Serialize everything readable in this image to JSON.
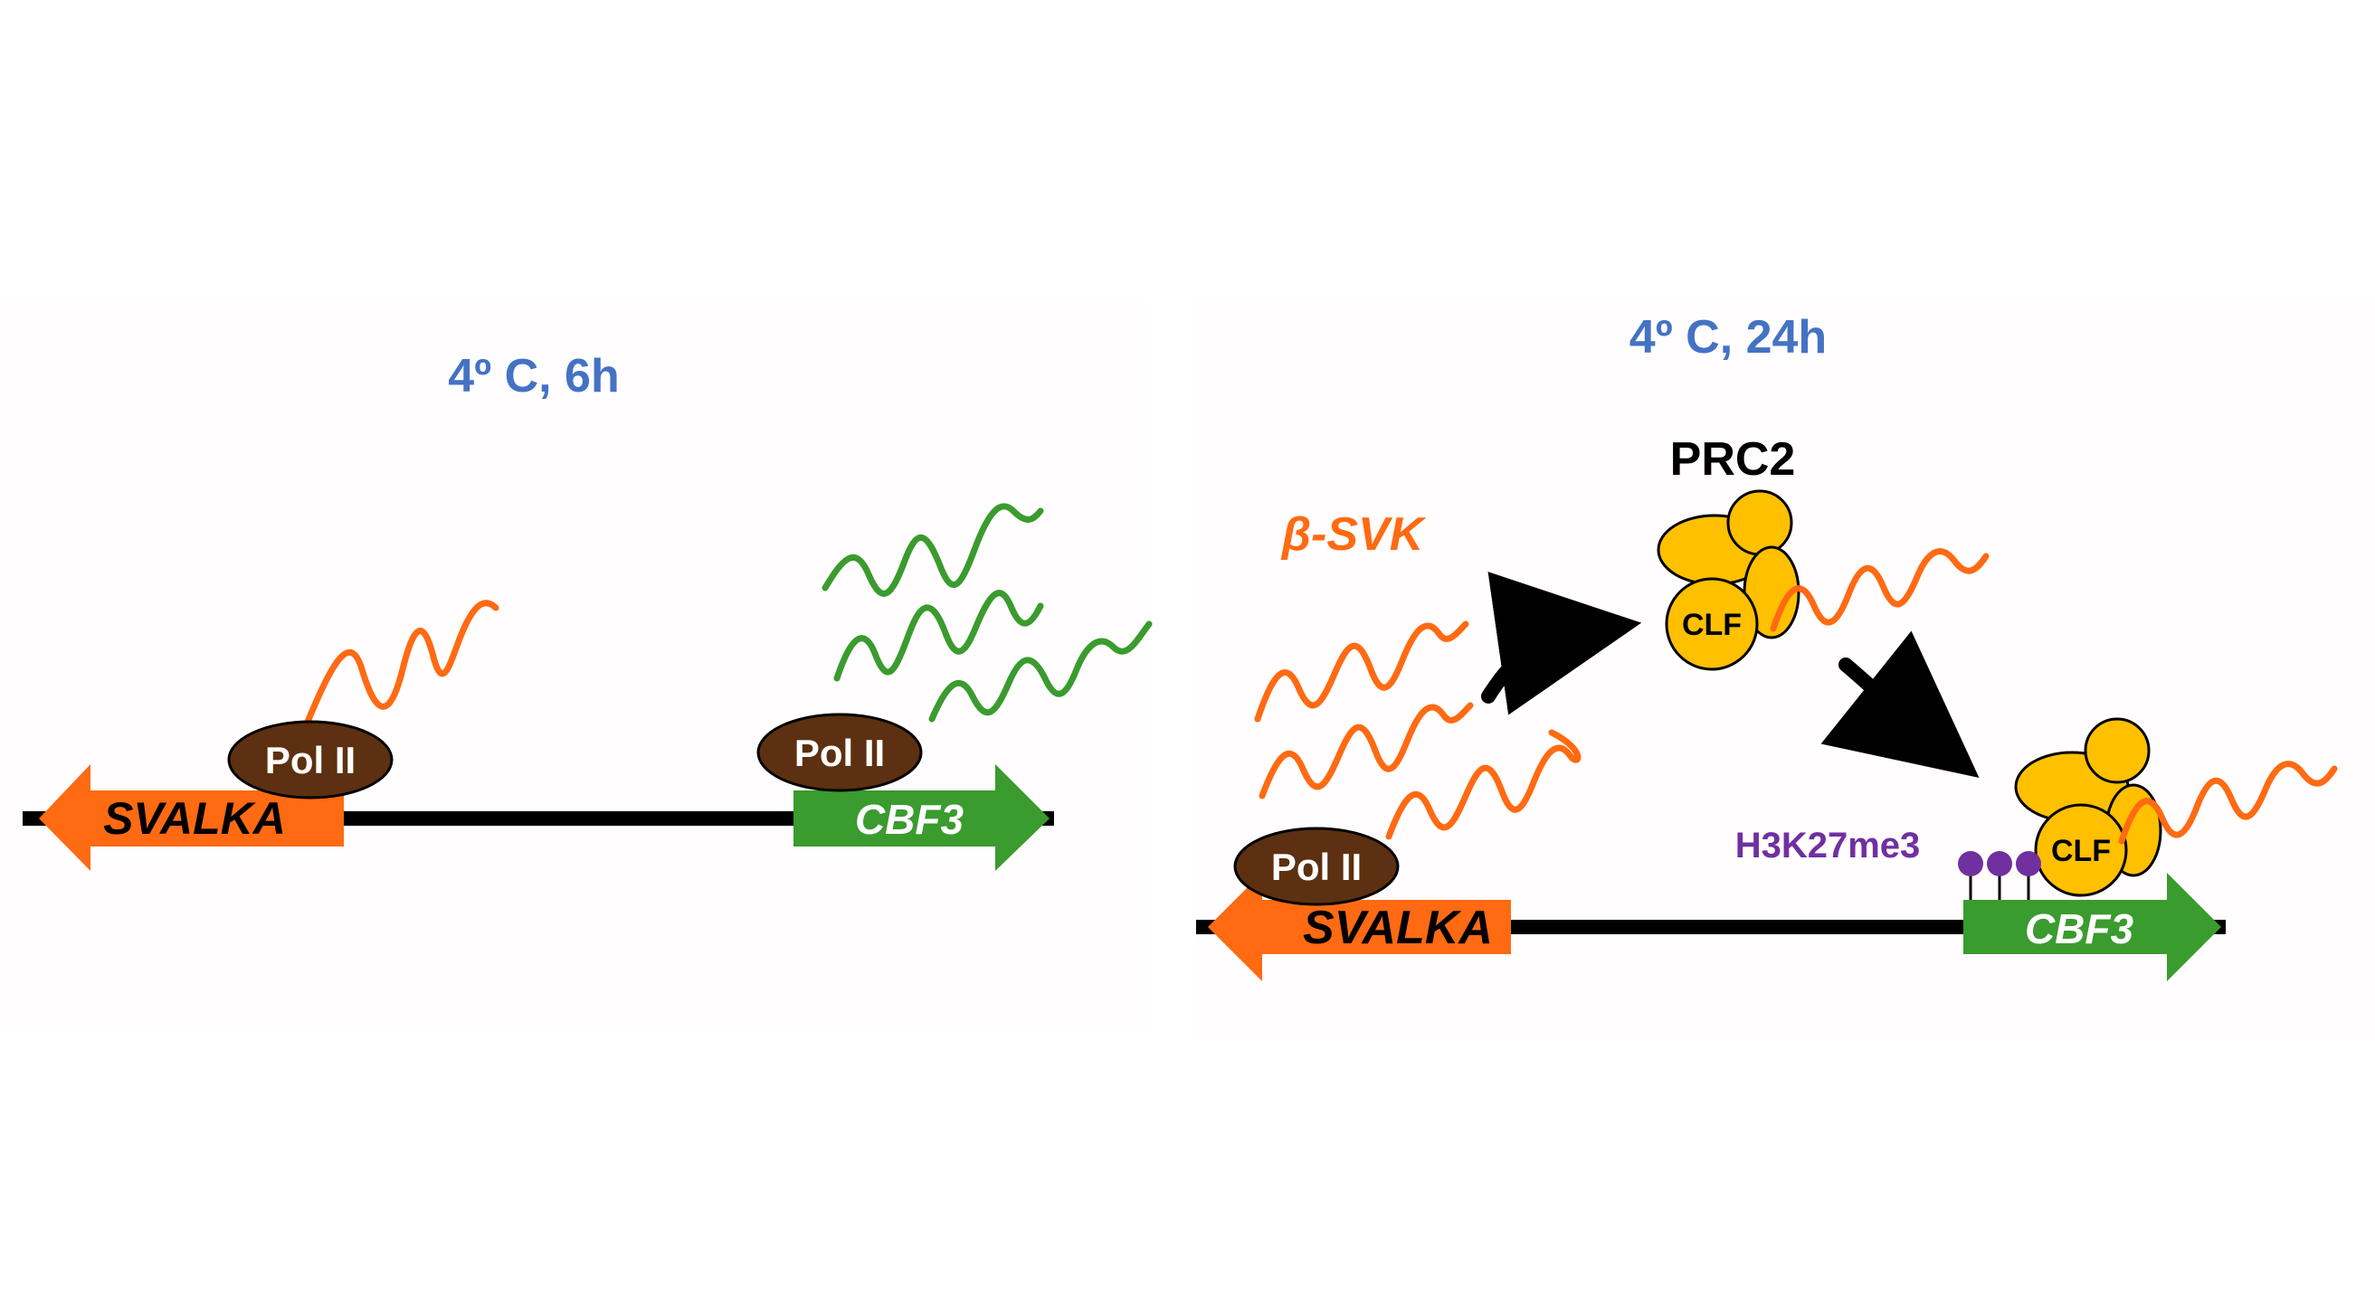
{
  "colors": {
    "orange": "#FF6A13",
    "green": "#3A9B2E",
    "brown": "#5C3010",
    "blue_title": "#4472C4",
    "yellow": "#FFC000",
    "purple": "#7030A0",
    "black": "#000000"
  },
  "left_panel": {
    "title": "4º C, 6h",
    "svalka_label": "SVALKA",
    "cbf3_label": "CBF3",
    "pol_ii_left": "Pol II",
    "pol_ii_right": "Pol II"
  },
  "right_panel": {
    "title": "4º C, 24h",
    "beta_svk_label": "β-SVK",
    "prc2_label": "PRC2",
    "clf_top": "CLF",
    "clf_bottom": "CLF",
    "h3k27me3_label": "H3K27me3",
    "pol_ii": "Pol II",
    "svalka_label": "SVALKA",
    "cbf3_label": "CBF3"
  },
  "icons": [
    "rna-wave-icon",
    "arrow-icon",
    "histone-mark-icon"
  ]
}
